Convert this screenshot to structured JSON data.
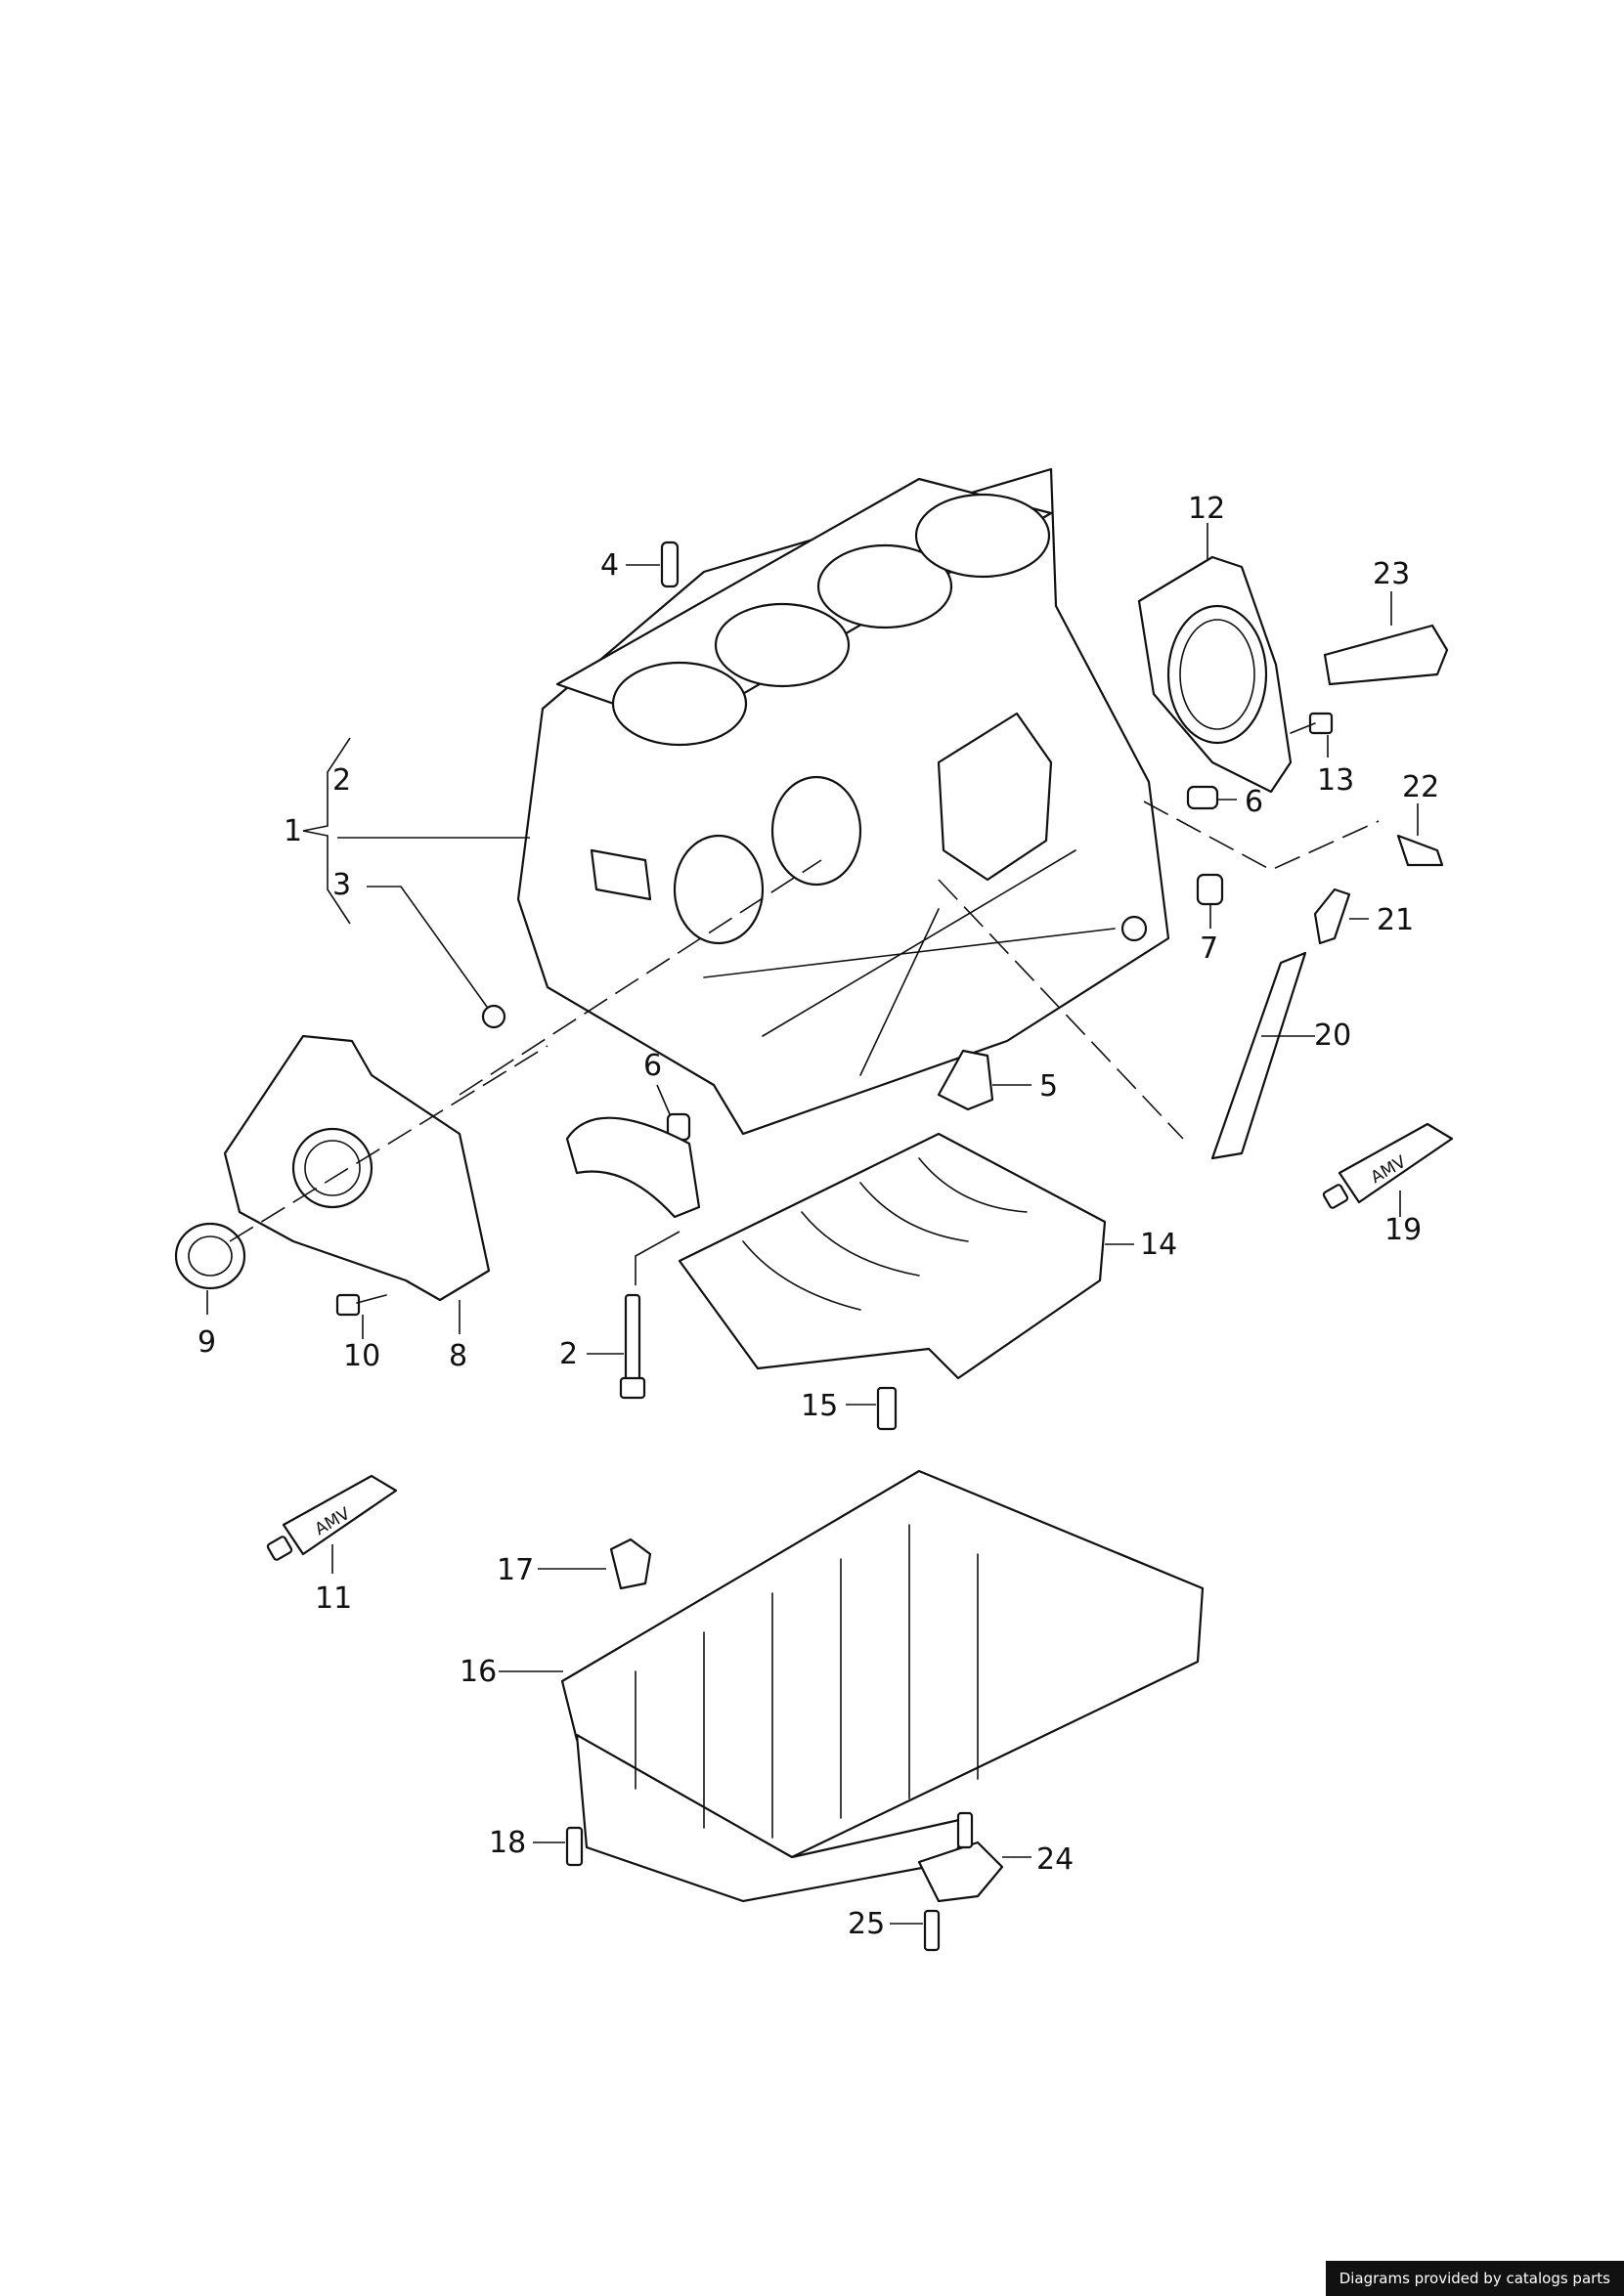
{
  "callouts": [
    "1",
    "2",
    "3",
    "4",
    "5",
    "6",
    "7",
    "8",
    "9",
    "10",
    "11",
    "12",
    "13",
    "14",
    "15",
    "16",
    "17",
    "18",
    "19",
    "20",
    "21",
    "22",
    "23",
    "24",
    "25",
    "2",
    "6"
  ],
  "tube_labels": [
    "AMV",
    "AMV"
  ],
  "credit": "Diagrams provided by catalogs parts",
  "colors": {
    "line": "#111111",
    "background": "#ffffff",
    "credit_bg": "#111111",
    "credit_text": "#ffffff"
  }
}
